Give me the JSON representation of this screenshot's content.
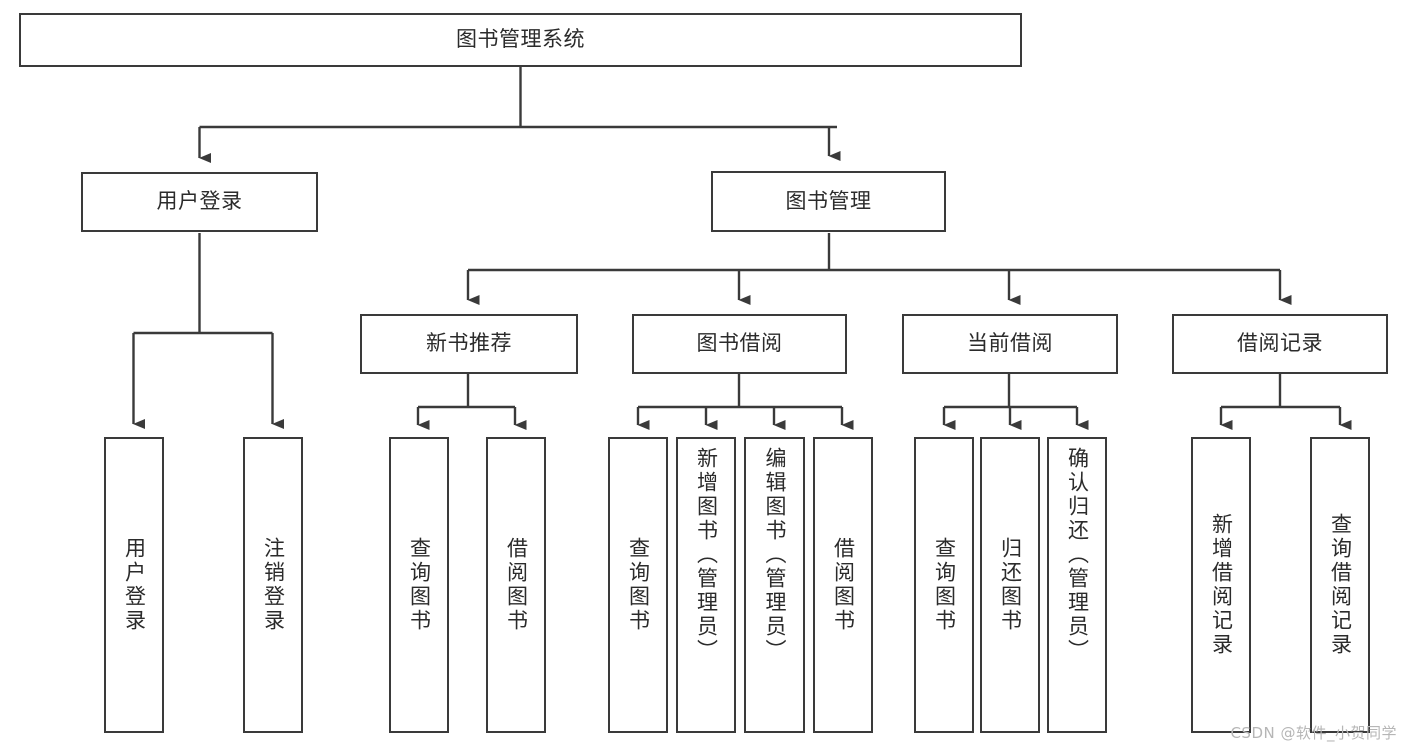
{
  "diagram": {
    "title": "图书管理系统",
    "type": "tree-hierarchy",
    "watermark": "CSDN @软件_小贺同学",
    "colors": {
      "line": "#3a3a3a",
      "box_border": "#3a3a3a",
      "box_fill": "#ffffff",
      "text": "#2b2b2b",
      "background": "#ffffff",
      "watermark": "#b6b6b6"
    },
    "levels": {
      "root": "图书管理系统",
      "level1": [
        "用户登录",
        "图书管理"
      ],
      "level2": [
        "新书推荐",
        "图书借阅",
        "当前借阅",
        "借阅记录"
      ]
    },
    "nodes": {
      "root": {
        "label": "图书管理系统"
      },
      "user_login": {
        "label": "用户登录"
      },
      "book_manage": {
        "label": "图书管理"
      },
      "new_book_rec": {
        "label": "新书推荐"
      },
      "book_borrow": {
        "label": "图书借阅"
      },
      "current_borrow": {
        "label": "当前借阅"
      },
      "borrow_record": {
        "label": "借阅记录"
      }
    },
    "leaves": {
      "user_login": [
        {
          "label": "用户登录"
        },
        {
          "label": "注销登录"
        }
      ],
      "new_book_rec": [
        {
          "label": "查询图书"
        },
        {
          "label": "借阅图书"
        }
      ],
      "book_borrow": [
        {
          "label": "查询图书"
        },
        {
          "label": "新增图书（管理员）"
        },
        {
          "label": "编辑图书（管理员）"
        },
        {
          "label": "借阅图书"
        }
      ],
      "current_borrow": [
        {
          "label": "查询图书"
        },
        {
          "label": "归还图书"
        },
        {
          "label": "确认归还（管理员）"
        }
      ],
      "borrow_record": [
        {
          "label": "新增借阅记录"
        },
        {
          "label": "查询借阅记录"
        }
      ]
    }
  }
}
